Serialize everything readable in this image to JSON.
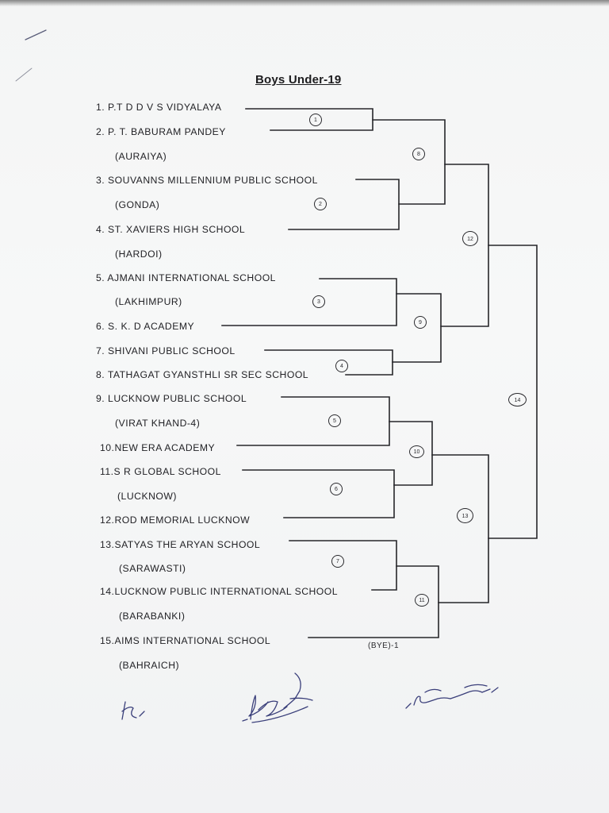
{
  "document": {
    "title": "Boys Under-19",
    "bye_note": "(BYE)-1"
  },
  "entries": [
    {
      "label": "1.  P.T D D V S VIDYALAYA"
    },
    {
      "label": "2.  P. T. BABURAM PANDEY"
    },
    {
      "label": "(AURAIYA)"
    },
    {
      "label": "3.  SOUVANNS MILLENNIUM PUBLIC SCHOOL"
    },
    {
      "label": "(GONDA)"
    },
    {
      "label": "4.  ST. XAVIERS HIGH SCHOOL"
    },
    {
      "label": "(HARDOI)"
    },
    {
      "label": "5.  AJMANI INTERNATIONAL SCHOOL"
    },
    {
      "label": "(LAKHIMPUR)"
    },
    {
      "label": "6.  S. K. D ACADEMY"
    },
    {
      "label": "7.  SHIVANI PUBLIC SCHOOL"
    },
    {
      "label": "8.  TATHAGAT GYANSTHLI SR SEC SCHOOL"
    },
    {
      "label": "9.  LUCKNOW PUBLIC SCHOOL"
    },
    {
      "label": "(VIRAT KHAND-4)"
    },
    {
      "label": "10.NEW ERA ACADEMY"
    },
    {
      "label": "11.S R GLOBAL SCHOOL"
    },
    {
      "label": "(LUCKNOW)"
    },
    {
      "label": "12.ROD MEMORIAL LUCKNOW"
    },
    {
      "label": "13.SATYAS THE ARYAN SCHOOL"
    },
    {
      "label": "(SARAWASTI)"
    },
    {
      "label": "14.LUCKNOW PUBLIC INTERNATIONAL SCHOOL"
    },
    {
      "label": "(BARABANKI)"
    },
    {
      "label": "15.AIMS INTERNATIONAL SCHOOL"
    },
    {
      "label": "(BAHRAICH)"
    }
  ],
  "matches": [
    "1",
    "2",
    "3",
    "4",
    "5",
    "6",
    "7",
    "8",
    "9",
    "10",
    "11",
    "12",
    "13",
    "14"
  ],
  "colors": {
    "ink": "#26262a",
    "paper": "#f5f6f6",
    "signature_ink": "#3a3f7a"
  }
}
